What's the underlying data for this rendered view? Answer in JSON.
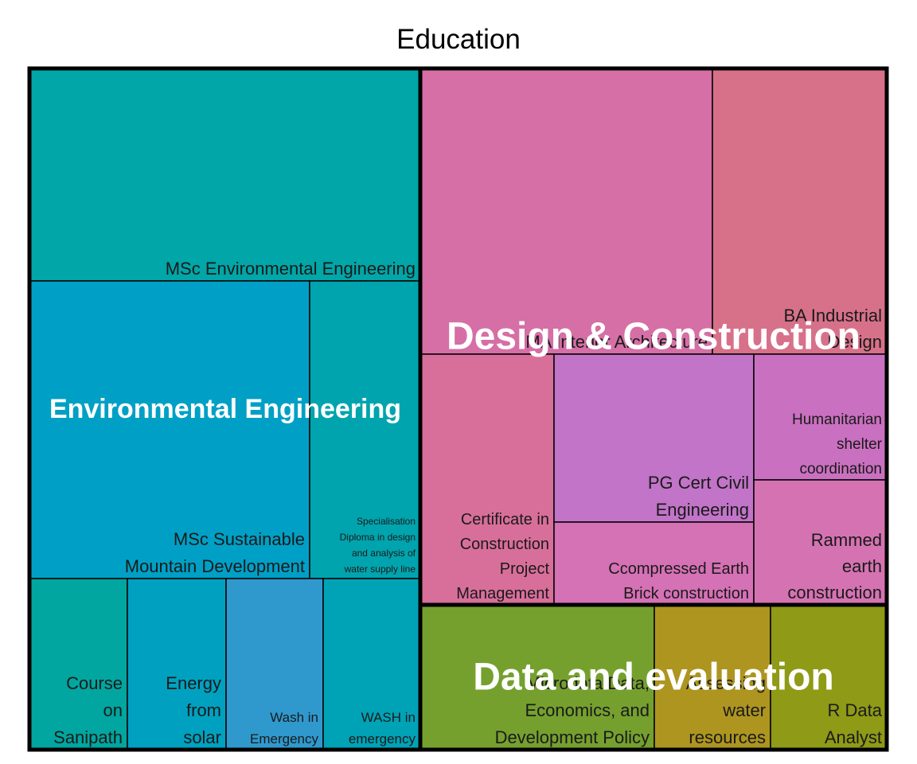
{
  "chart_data": {
    "type": "treemap",
    "title": "Education",
    "groups": [
      {
        "name": "Environmental Engineering",
        "color": "#00a6a8",
        "items": [
          {
            "name": "MSc Environmental Engineering",
            "color": "#00a6a8"
          },
          {
            "name": "MSc Sustainable Mountain Development",
            "color": "#00a0c6"
          },
          {
            "name": "Specialisation Diploma in design and analysis of water supply lines",
            "color": "#00a4ae"
          },
          {
            "name": "Course on Sanipath",
            "color": "#00a69f"
          },
          {
            "name": "Energy from solar",
            "color": "#00a1c0"
          },
          {
            "name": "Wash in Emergency",
            "color": "#2f99ce"
          },
          {
            "name": "WASH in emergency",
            "color": "#00a3b6"
          }
        ]
      },
      {
        "name": "Design & Construction",
        "color": "#d46fa6",
        "items": [
          {
            "name": "MA Interior Architecture",
            "color": "#d56fa6"
          },
          {
            "name": "BA Industrial Design",
            "color": "#d7718a"
          },
          {
            "name": "Certificate in Construction Project Management",
            "color": "#d86f9a"
          },
          {
            "name": "PG Cert Civil Engineering",
            "color": "#c174c8"
          },
          {
            "name": "Humanitarian shelter coordination",
            "color": "#ca70c0"
          },
          {
            "name": "Ccompressed Earth Brick construction",
            "color": "#d571b5"
          },
          {
            "name": "Rammed earth construction",
            "color": "#d573b2"
          }
        ]
      },
      {
        "name": "Data and evaluation",
        "color": "#75a02e",
        "items": [
          {
            "name": "Microdata Data, Economics, and Development Policy",
            "color": "#75a02e"
          },
          {
            "name": "Assessing water resources",
            "color": "#ad9520"
          },
          {
            "name": "R Data Analyst",
            "color": "#8f9a16"
          }
        ]
      }
    ]
  }
}
